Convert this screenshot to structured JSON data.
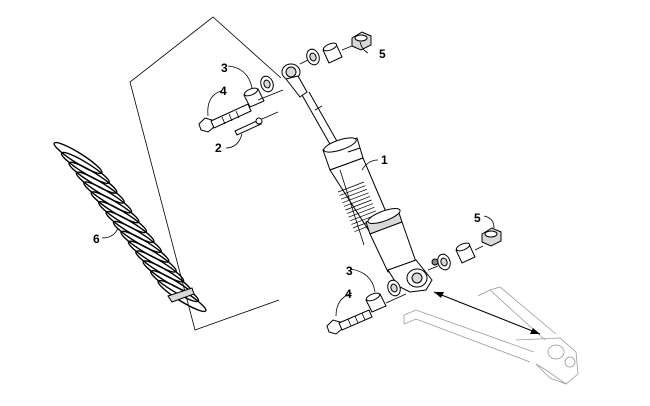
{
  "diagram": {
    "callouts": [
      {
        "id": "callout-1",
        "label": "1"
      },
      {
        "id": "callout-2",
        "label": "2"
      },
      {
        "id": "callout-3-upper",
        "label": "3"
      },
      {
        "id": "callout-3-lower",
        "label": "3"
      },
      {
        "id": "callout-4-upper",
        "label": "4"
      },
      {
        "id": "callout-4-lower",
        "label": "4"
      },
      {
        "id": "callout-5-upper",
        "label": "5"
      },
      {
        "id": "callout-5-lower",
        "label": "5"
      },
      {
        "id": "callout-6",
        "label": "6"
      }
    ]
  }
}
